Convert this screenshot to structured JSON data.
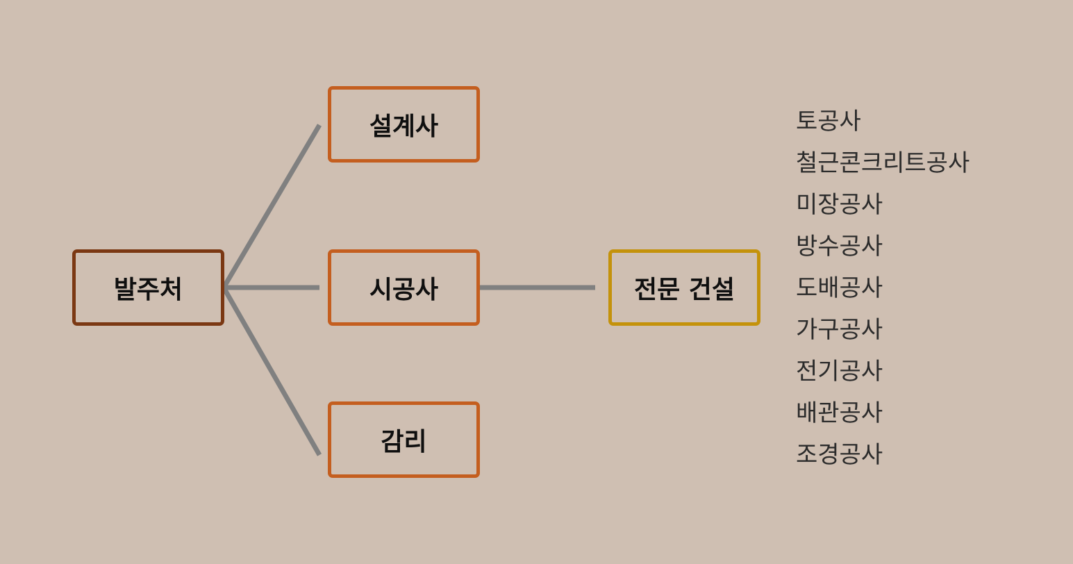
{
  "diagram": {
    "nodes": {
      "client": "발주처",
      "designer": "설계사",
      "contractor": "시공사",
      "supervision": "감리",
      "specialty": "전문 건설"
    },
    "trades": [
      "토공사",
      "철근콘크리트공사",
      "미장공사",
      "방수공사",
      "도배공사",
      "가구공사",
      "전기공사",
      "배관공사",
      "조경공사"
    ],
    "colors": {
      "background": "#cfbfb2",
      "client_border": "#7b3813",
      "company_border": "#c45e1f",
      "specialty_border": "#c4920b",
      "connector": "#808080",
      "node_text": "#0f0f0f",
      "trade_text": "#2b2b2b"
    }
  }
}
